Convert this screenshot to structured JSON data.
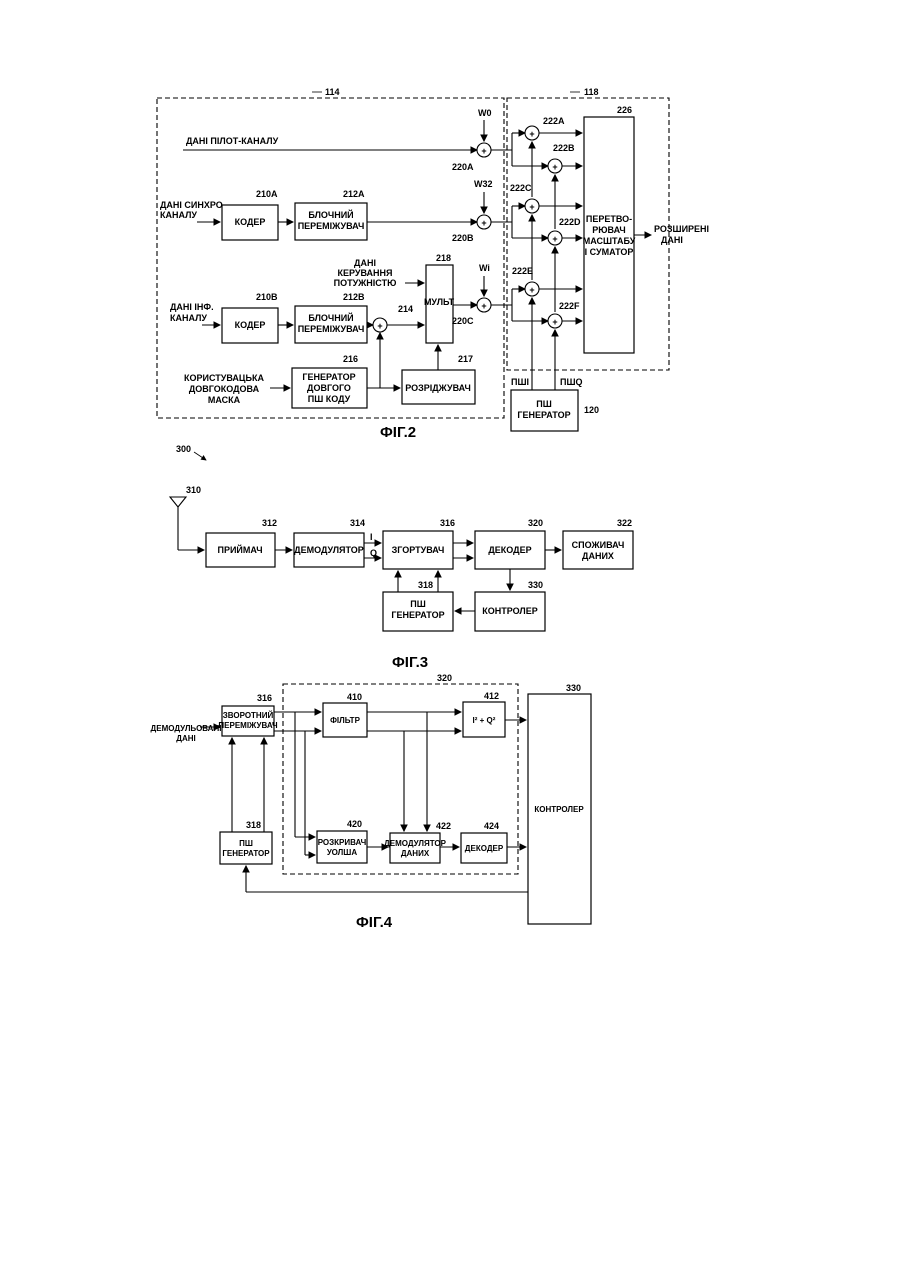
{
  "fig2": {
    "caption": "ФІГ.2",
    "region_114": "114",
    "region_118": "118",
    "pilot_data": "ДАНІ ПІЛОТ-КАНАЛУ",
    "sync_data": [
      "ДАНІ СИНХРО-",
      "КАНАЛУ"
    ],
    "info_data": [
      "ДАНІ ІНФ.",
      "КАНАЛУ"
    ],
    "power_ctrl": [
      "ДАНІ",
      "КЕРУВАННЯ",
      "ПОТУЖНІСТЮ"
    ],
    "user_mask": [
      "КОРИСТУВАЦЬКА",
      "ДОВГОКОДОВА",
      "МАСКА"
    ],
    "coder_a": {
      "num": "210A",
      "label": "КОДЕР"
    },
    "coder_b": {
      "num": "210B",
      "label": "КОДЕР"
    },
    "interleaver_a": {
      "num": "212A",
      "label": [
        "БЛОЧНИЙ",
        "ПЕРЕМІЖУВАЧ"
      ]
    },
    "interleaver_b": {
      "num": "212B",
      "label": [
        "БЛОЧНИЙ",
        "ПЕРЕМІЖУВАЧ"
      ]
    },
    "sum_214": "214",
    "long_pn": {
      "num": "216",
      "label": [
        "ГЕНЕРАТОР",
        "ДОВГОГО",
        "ПШ КОДУ"
      ]
    },
    "decimator": {
      "num": "217",
      "label": "РОЗРІДЖУВАЧ"
    },
    "mux": {
      "num": "218",
      "label": "МУЛЬТ"
    },
    "walsh": {
      "w0": "W0",
      "w32": "W32",
      "wi": "Wi"
    },
    "sums_220": [
      "220A",
      "220B",
      "220C"
    ],
    "sums_222": [
      "222A",
      "222B",
      "222C",
      "222D",
      "222E",
      "222F"
    ],
    "scaler": {
      "num": "226",
      "label": [
        "ПЕРЕТВО-",
        "РЮВАЧ",
        "МАСШТАБУ",
        "І СУМАТОР"
      ]
    },
    "spread_out": [
      "РОЗШИРЕНІ",
      "ДАНІ"
    ],
    "pn_gen": {
      "num": "120",
      "label": [
        "ПШ",
        "ГЕНЕРАТОР"
      ],
      "pni": "ПШІ",
      "pnq": "ПШQ"
    }
  },
  "fig3": {
    "caption": "ФІГ.3",
    "ref": "300",
    "antenna": "310",
    "receiver": {
      "num": "312",
      "label": "ПРИЙМАЧ"
    },
    "demod": {
      "num": "314",
      "label": "ДЕМОДУЛЯТОР"
    },
    "despreader": {
      "num": "316",
      "label": "ЗГОРТУВАЧ"
    },
    "decoder": {
      "num": "320",
      "label": "ДЕКОДЕР"
    },
    "sink": {
      "num": "322",
      "label": [
        "СПОЖИВАЧ",
        "ДАНИХ"
      ]
    },
    "pn_gen": {
      "num": "318",
      "label": [
        "ПШ",
        "ГЕНЕРАТОР"
      ]
    },
    "controller": {
      "num": "330",
      "label": "КОНТРОЛЕР"
    },
    "i": "I",
    "q": "Q"
  },
  "fig4": {
    "caption": "ФІГ.4",
    "input": [
      "ДЕМОДУЛЬОВАНІ",
      "ДАНІ"
    ],
    "deinterleaver": {
      "num": "316",
      "label": [
        "ЗВОРОТНИЙ",
        "ПЕРЕМІЖУВАЧ"
      ]
    },
    "filter": {
      "num": "410",
      "label": "ФІЛЬТР"
    },
    "energy": {
      "num": "412"
    },
    "region": "320",
    "walsh_dec": {
      "num": "420",
      "label": [
        "РОЗКРИВАЧ",
        "УОЛША"
      ]
    },
    "data_demod": {
      "num": "422",
      "label": [
        "ДЕМОДУЛЯТОР",
        "ДАНИХ"
      ]
    },
    "decoder": {
      "num": "424",
      "label": "ДЕКОДЕР"
    },
    "pn_gen": {
      "num": "318",
      "label": [
        "ПШ",
        "ГЕНЕРАТОР"
      ]
    },
    "controller": {
      "num": "330",
      "label": "КОНТРОЛЕР"
    }
  }
}
